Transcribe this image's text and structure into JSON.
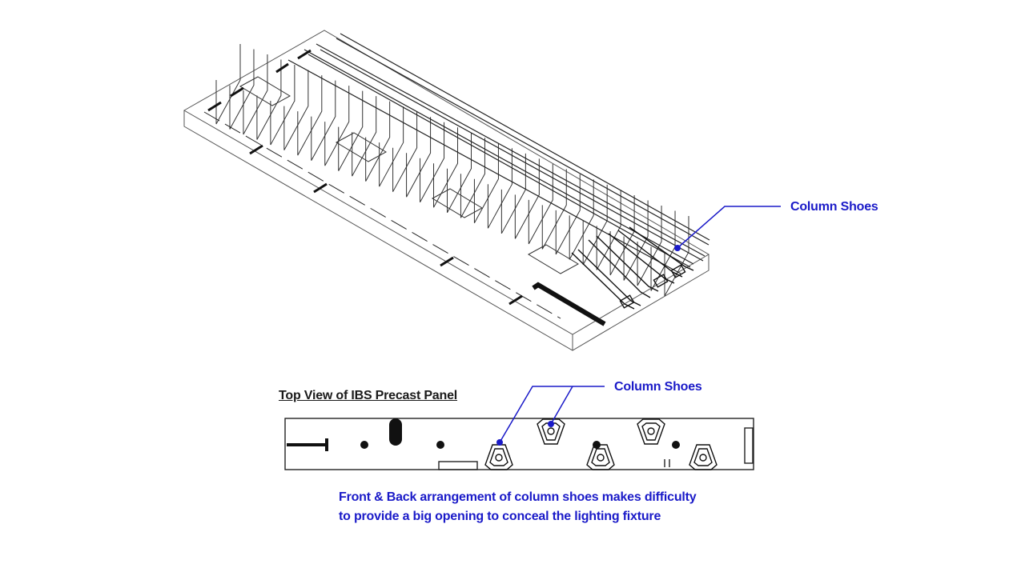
{
  "isometric": {
    "callout_label": "Column Shoes"
  },
  "top_view": {
    "title": "Top View of IBS Precast Panel",
    "callout_label": "Column Shoes"
  },
  "note": {
    "line1": "Front & Back arrangement of column shoes makes difficulty",
    "line2": "to provide a big opening to conceal the lighting fixture"
  },
  "colors": {
    "callout": "#1a1ac8",
    "linework": "#222222"
  }
}
